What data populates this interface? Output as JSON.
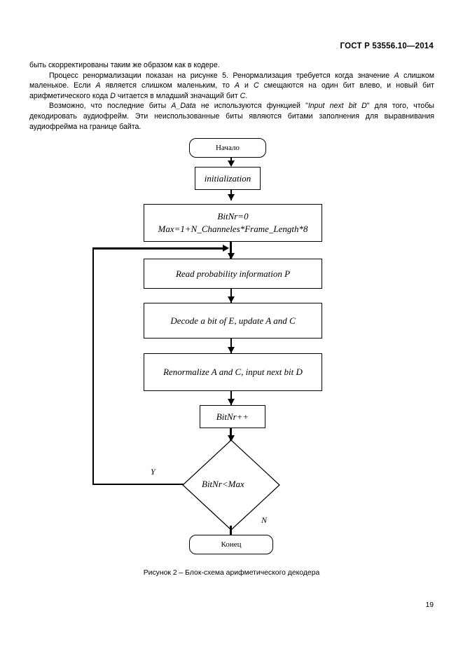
{
  "document": {
    "header": "ГОСТ Р 53556.10—2014",
    "page_number": "19",
    "figure_caption": "Рисунок 2 – Блок-схема арифметического декодера"
  },
  "body": {
    "paragraphs": [
      {
        "indent": false,
        "runs": [
          {
            "text": "быть скорректированы таким же образом как в кодере.",
            "italic": false
          }
        ]
      },
      {
        "indent": true,
        "runs": [
          {
            "text": "Процесс ренормализации показан на рисунке 5. Ренормализация требуется когда значение ",
            "italic": false
          },
          {
            "text": "A",
            "italic": true
          },
          {
            "text": " слишком маленькое. Если ",
            "italic": false
          },
          {
            "text": "A",
            "italic": true
          },
          {
            "text": " является слишком маленьким, то ",
            "italic": false
          },
          {
            "text": "A",
            "italic": true
          },
          {
            "text": " и ",
            "italic": false
          },
          {
            "text": "C",
            "italic": true
          },
          {
            "text": " смещаются на один бит влево, и новый бит арифметического кода ",
            "italic": false
          },
          {
            "text": "D",
            "italic": true
          },
          {
            "text": " читается в младший значащий бит ",
            "italic": false
          },
          {
            "text": "C",
            "italic": true
          },
          {
            "text": ".",
            "italic": false
          }
        ]
      },
      {
        "indent": true,
        "runs": [
          {
            "text": "Возможно, что последние биты ",
            "italic": false
          },
          {
            "text": "A_Data",
            "italic": true
          },
          {
            "text": " не используются функцией \"",
            "italic": false
          },
          {
            "text": "Input next bit D",
            "italic": true
          },
          {
            "text": "\" для того, чтобы декодировать аудиофрейм. Эти неиспользованные биты являются битами заполнения для выравнивания аудиофрейма на границе байта.",
            "italic": false
          }
        ]
      }
    ]
  },
  "flowchart": {
    "type": "flowchart",
    "title": "Блок-схема арифметического декодера",
    "nodes": [
      {
        "id": "start",
        "shape": "terminator",
        "label": "Начало"
      },
      {
        "id": "init",
        "shape": "process",
        "label": "initialization"
      },
      {
        "id": "setvars",
        "shape": "process",
        "line1": "BitNr=0",
        "line2": "Max=1+N_Channeles*Frame_Length*8"
      },
      {
        "id": "readprob",
        "shape": "process",
        "label": "Read probability information P"
      },
      {
        "id": "decodebit",
        "shape": "process",
        "label": "Decode a bit of E, update A and C"
      },
      {
        "id": "renormalize",
        "shape": "process",
        "label": "Renormalize A and C, input next bit D"
      },
      {
        "id": "increment",
        "shape": "process",
        "label": "BitNr++"
      },
      {
        "id": "condition",
        "shape": "decision",
        "label": "BitNr<Max"
      },
      {
        "id": "end",
        "shape": "terminator",
        "label": "Конец"
      }
    ],
    "edges": [
      {
        "from": "start",
        "to": "init"
      },
      {
        "from": "init",
        "to": "setvars"
      },
      {
        "from": "setvars",
        "to": "readprob"
      },
      {
        "from": "readprob",
        "to": "decodebit"
      },
      {
        "from": "decodebit",
        "to": "renormalize"
      },
      {
        "from": "renormalize",
        "to": "increment"
      },
      {
        "from": "increment",
        "to": "condition"
      },
      {
        "from": "condition",
        "to": "readprob",
        "label": "Y"
      },
      {
        "from": "condition",
        "to": "end",
        "label": "N"
      }
    ],
    "branch_yes": "Y",
    "branch_no": "N"
  }
}
